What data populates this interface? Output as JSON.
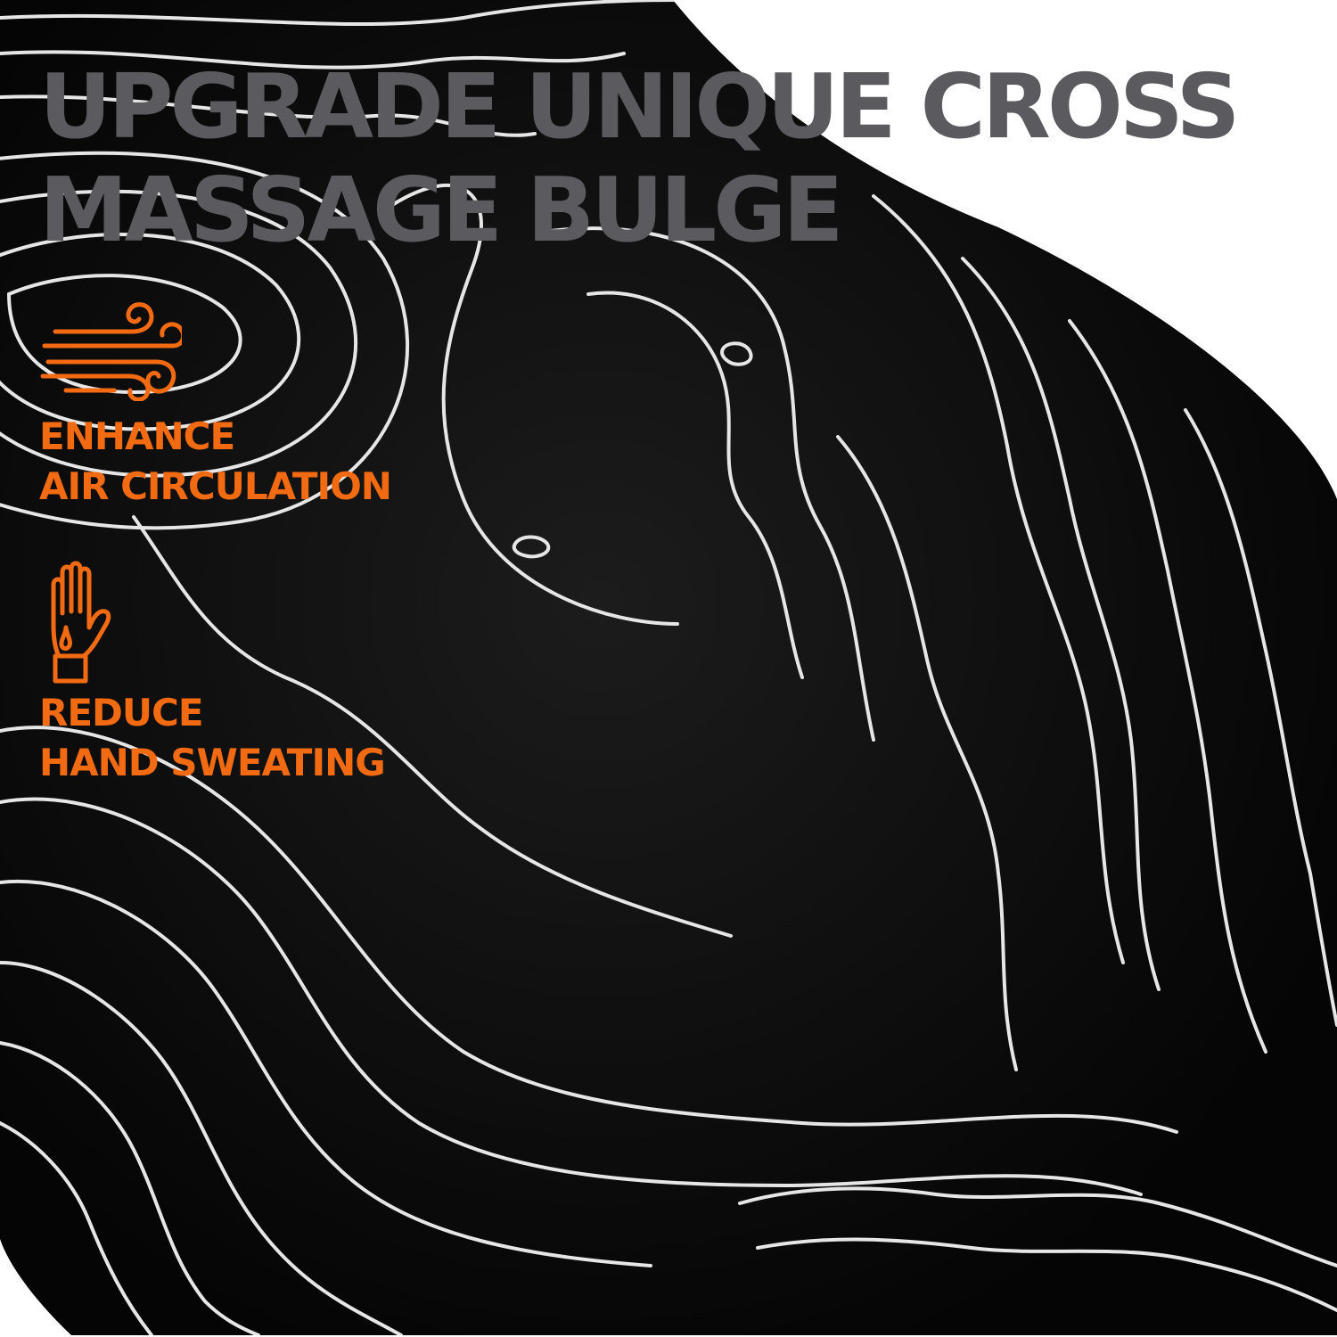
{
  "headline": {
    "line1": "UPGRADE UNIQUE CROSS",
    "line2": "MASSAGE BULGE"
  },
  "features": [
    {
      "icon": "air-flow-icon",
      "line1": "ENHANCE",
      "line2": "AIR CIRCULATION"
    },
    {
      "icon": "sweating-hand-icon",
      "line1": "REDUCE",
      "line2": "HAND SWEATING"
    }
  ],
  "colors": {
    "accent": "#f26a12",
    "headline": "#5a5a5f",
    "pad": "#070707",
    "contour": "#e8e8e8",
    "background": "#ffffff"
  }
}
